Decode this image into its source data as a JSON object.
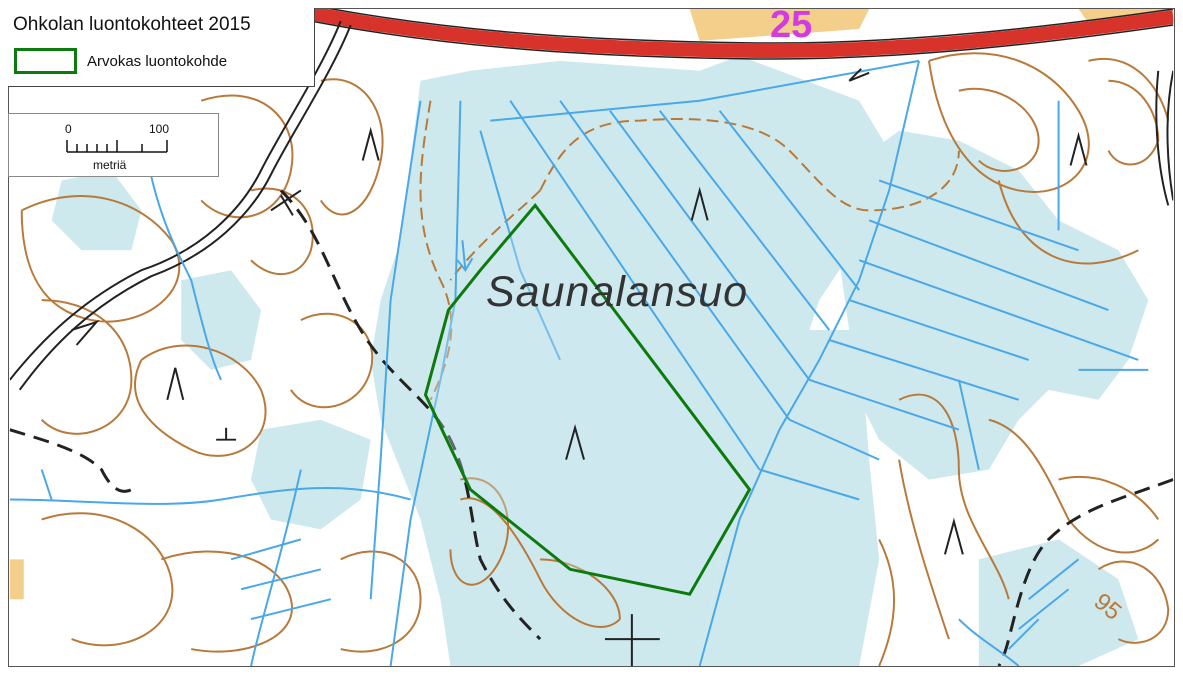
{
  "map": {
    "title": "Ohkolan luontokohteet 2015",
    "legend": {
      "items": [
        {
          "label": "Arvokas luontokohde",
          "symbol": "green-outline-polygon",
          "color": "#0c7a0c"
        }
      ]
    },
    "scale_bar": {
      "start_label": "0",
      "end_label": "100",
      "unit_label": "metriä"
    },
    "labels": {
      "place_name": "Saunalansuo",
      "road_number": "25",
      "contour_elevation": "95"
    },
    "colors": {
      "wetland": "#cde9ee",
      "water": "#4aa8e8",
      "contour": "#b87a3a",
      "road": "#d7332b",
      "field": "#f4cf8b",
      "protected_area": "#0c7a0c",
      "road_number": "#d23be0"
    }
  }
}
